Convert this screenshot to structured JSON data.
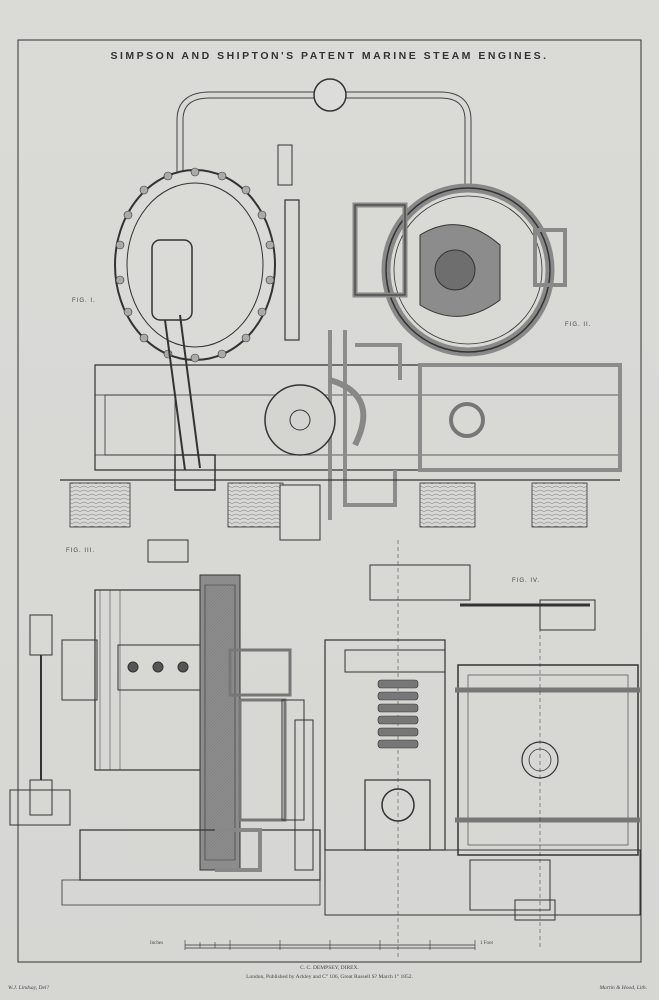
{
  "title": "SIMPSON AND SHIPTON'S PATENT MARINE STEAM ENGINES.",
  "figures": {
    "fig1": "FIG. I.",
    "fig2": "FIG. II.",
    "fig3": "FIG. III.",
    "fig4": "FIG. IV."
  },
  "scale": {
    "left": "Inches",
    "right": "1 Foot"
  },
  "footer": {
    "engraver": "C. C. DEMPSEY, DIREX.",
    "publisher": "London, Published by Ackley and C° 106, Great Russell S? March 1° 1852."
  },
  "credits": {
    "left": "W.J. Lindsay, Del?",
    "right": "Martin & Hood, Lith."
  },
  "colors": {
    "paper": "#d8d8d5",
    "ink": "#2f2f2f",
    "section_fill": "#8c8c8c"
  }
}
